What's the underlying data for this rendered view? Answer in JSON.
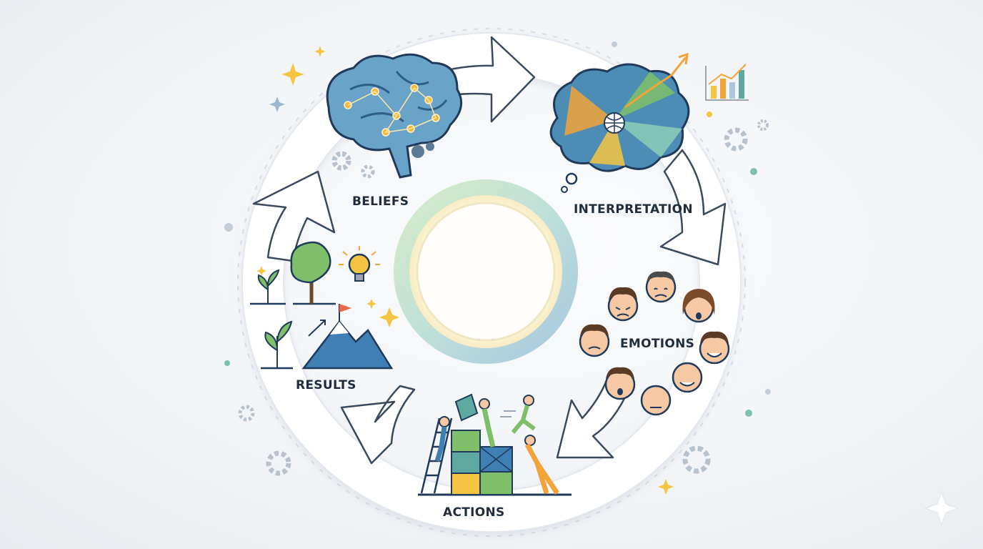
{
  "diagram": {
    "stages": [
      {
        "id": "beliefs",
        "label": "BELIEFS",
        "icon": "brain-icon"
      },
      {
        "id": "interpretation",
        "label": "INTERPRETATION",
        "icon": "thought-cloud-icon"
      },
      {
        "id": "emotions",
        "label": "EMOTIONS",
        "icon": "faces-icon"
      },
      {
        "id": "actions",
        "label": "ACTIONS",
        "icon": "teamwork-blocks-icon"
      },
      {
        "id": "results",
        "label": "RESULTS",
        "icon": "growth-mountain-icon"
      }
    ],
    "colors": {
      "blue": "#3f7fb3",
      "teal": "#5fa8a0",
      "green": "#7fbf6a",
      "orange": "#f2a33a",
      "navy": "#1f3a5a",
      "yellow": "#f5c542"
    }
  }
}
